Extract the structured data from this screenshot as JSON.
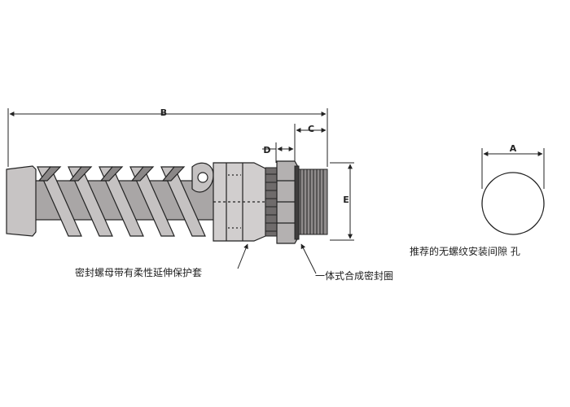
{
  "dimensions": {
    "b": "B",
    "c": "C",
    "d": "D",
    "e": "E",
    "a": "A"
  },
  "callouts": {
    "sealing_nut_with_spiral": "密封螺母带有柔性延伸保护套",
    "integrated_seal_ring": "一体式合成密封圈",
    "mounting_hole": "推荐的无螺纹安装间隙 孔"
  },
  "colors": {
    "line": "#222222",
    "body": "#c0bdbd",
    "shadow": "#8a8787",
    "thread": "#6f6b6b"
  }
}
